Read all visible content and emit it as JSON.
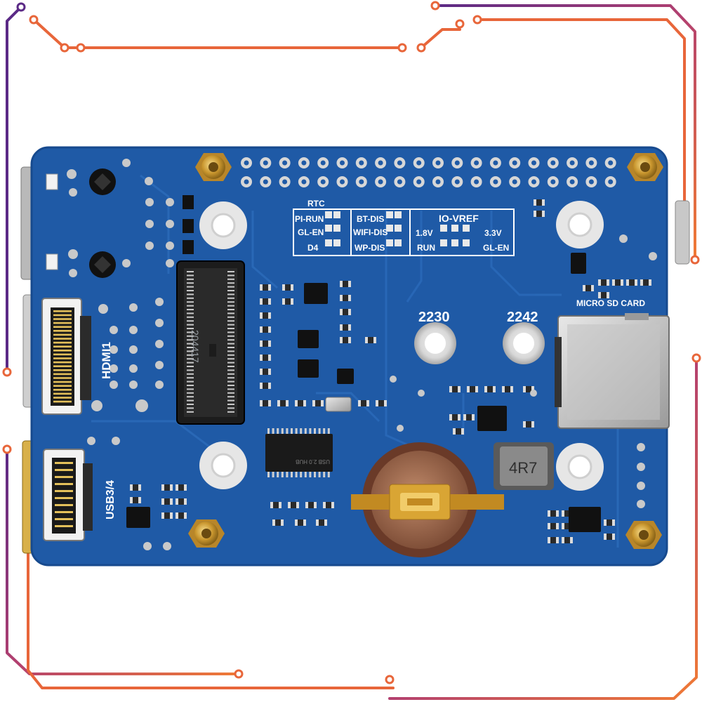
{
  "board": {
    "header_labels": {
      "rtc": "RTC",
      "pi_run": "PI-RUN",
      "gl_en_left": "GL-EN",
      "d4": "D4",
      "bt_dis": "BT-DIS",
      "wifi_dis": "WIFI-DIS",
      "wp_dis": "WP-DIS",
      "io_vref": "IO-VREF",
      "v18": "1.8V",
      "v33": "3.3V",
      "run": "RUN",
      "gl_en_right": "GL-EN"
    },
    "connectors": {
      "hdmi": "HDMI1",
      "usb": "USB3/4",
      "sd": "MICRO SD CARD"
    },
    "mount_labels": {
      "m2230": "2230",
      "m2242": "2242"
    },
    "chip_marks": {
      "m2_slot": "204417",
      "inductor": "4R7",
      "usb_hub": "USB 2.0 HUB"
    }
  },
  "colors": {
    "pcb": "#1f5aa6",
    "pcb_dark": "#174a8e",
    "trace_orange": "#e8663a",
    "trace_purple": "#6b2e8c",
    "gold": "#d4a437"
  }
}
